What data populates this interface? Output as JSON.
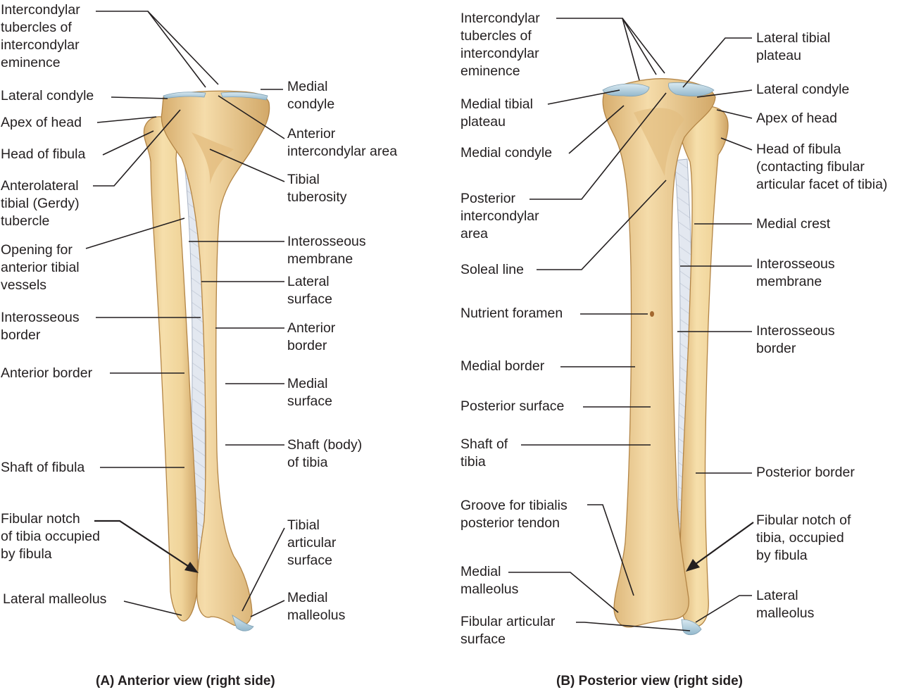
{
  "colors": {
    "bone": "#f2d7a0",
    "bone_shadow": "#d9b272",
    "bone_outline": "#b98b4f",
    "cartilage": "#b9d4e2",
    "membrane": "#dde4ee",
    "leader": "#231f20"
  },
  "anterior": {
    "caption": "(A) Anterior view (right side)",
    "labels": {
      "intercondylar_tubercles": "Intercondylar\ntubercles of\nintercondylar\neminence",
      "lateral_condyle": "Lateral condyle",
      "apex_of_head": "Apex of head",
      "head_of_fibula": "Head of fibula",
      "gerdy_tubercle": "Anterolateral\ntibial (Gerdy)\ntubercle",
      "opening_for_vessels": "Opening for\nanterior tibial\nvessels",
      "interosseous_border": "Interosseous\nborder",
      "anterior_border_fibula": "Anterior border",
      "shaft_of_fibula": "Shaft of fibula",
      "fibular_notch": "Fibular notch\nof tibia occupied\nby fibula",
      "lateral_malleolus": "Lateral malleolus",
      "medial_condyle": "Medial\ncondyle",
      "anterior_intercondylar_area": "Anterior\nintercondylar area",
      "tibial_tuberosity": "Tibial\ntuberosity",
      "interosseous_membrane": "Interosseous\nmembrane",
      "lateral_surface": "Lateral\nsurface",
      "anterior_border_tibia": "Anterior\nborder",
      "medial_surface": "Medial\nsurface",
      "shaft_of_tibia": "Shaft (body)\nof tibia",
      "tibial_articular_surface": "Tibial\narticular\nsurface",
      "medial_malleolus": "Medial\nmalleolus"
    }
  },
  "posterior": {
    "caption": "(B) Posterior view (right side)",
    "labels": {
      "intercondylar_tubercles": "Intercondylar\ntubercles of\nintercondylar\neminence",
      "medial_tibial_plateau": "Medial tibial\nplateau",
      "medial_condyle": "Medial condyle",
      "posterior_intercondylar_area": "Posterior\nintercondylar\narea",
      "soleal_line": "Soleal line",
      "nutrient_foramen": "Nutrient foramen",
      "medial_border": "Medial border",
      "posterior_surface": "Posterior surface",
      "shaft_of_tibia": "Shaft of\ntibia",
      "groove_tibialis_posterior": "Groove for tibialis\nposterior tendon",
      "medial_malleolus": "Medial\nmalleolus",
      "fibular_articular_surface": "Fibular articular\nsurface",
      "lateral_tibial_plateau": "Lateral tibial\nplateau",
      "lateral_condyle": "Lateral condyle",
      "apex_of_head": "Apex of head",
      "head_of_fibula": "Head of fibula\n(contacting fibular\narticular facet of tibia)",
      "medial_crest": "Medial crest",
      "interosseous_membrane": "Interosseous\nmembrane",
      "interosseous_border": "Interosseous\nborder",
      "posterior_border": "Posterior border",
      "fibular_notch": "Fibular notch of\ntibia, occupied\nby fibula",
      "lateral_malleolus": "Lateral\nmalleolus"
    }
  }
}
